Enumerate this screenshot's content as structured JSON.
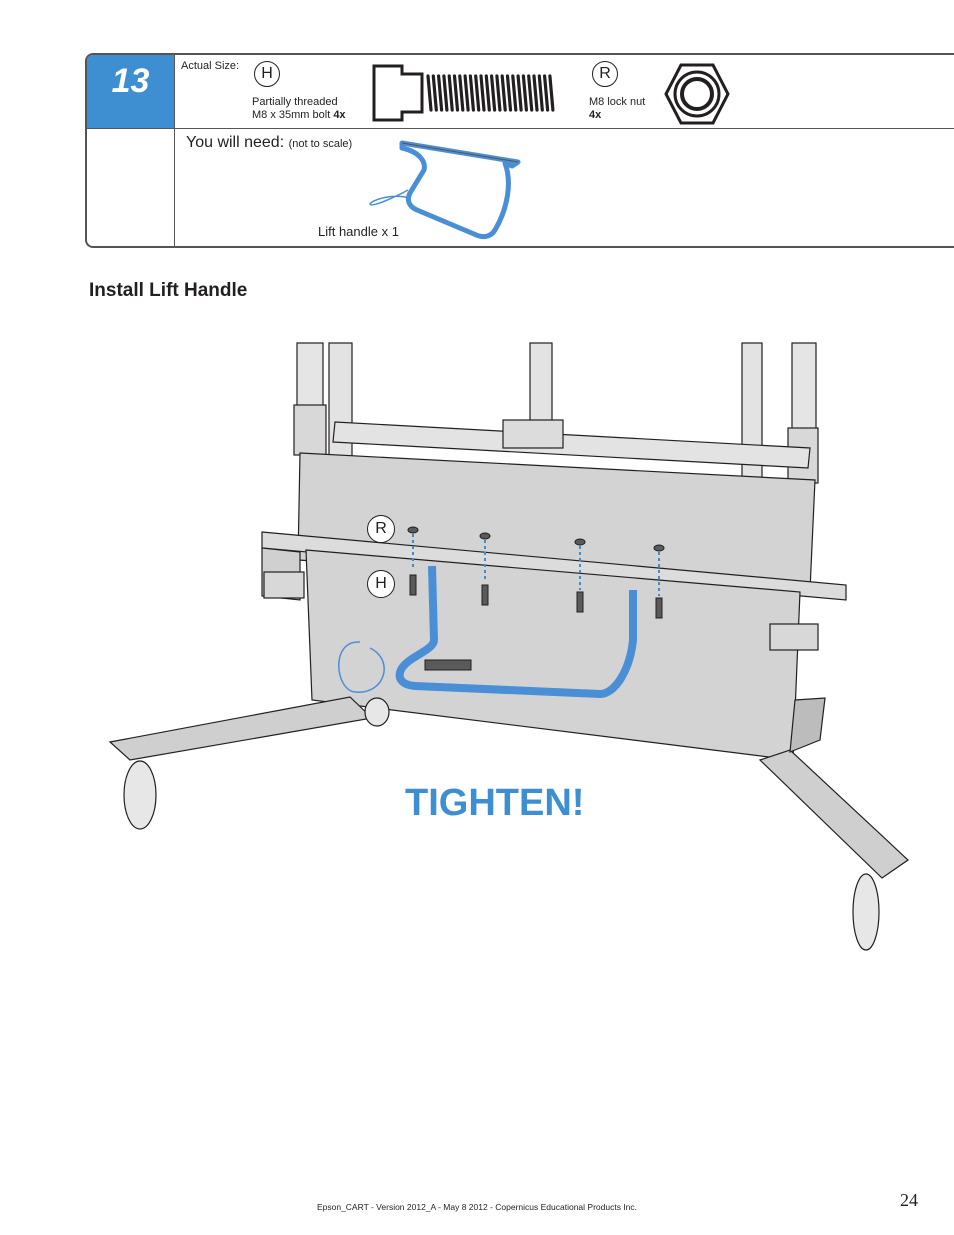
{
  "step": {
    "number": "13",
    "actual_size_label": "Actual Size:",
    "parts": [
      {
        "letter": "H",
        "desc_line1": "Partially threaded",
        "desc_line2": "M8 x 35mm bolt",
        "qty": "4x"
      },
      {
        "letter": "R",
        "desc_line1": "M8 lock nut",
        "qty": "4x"
      }
    ],
    "you_will_need": "You will need:",
    "not_to_scale": "(not to scale)",
    "item_label": "Lift handle",
    "item_qty": "x 1"
  },
  "section_title": "Install Lift Handle",
  "diagram": {
    "callout_r": "R",
    "callout_h": "H",
    "action_text": "TIGHTEN!"
  },
  "colors": {
    "accent": "#3d8fd1",
    "handle": "#4a8fd6",
    "panel": "#d3d3d3",
    "frame": "#e3e3e3"
  },
  "footer": "Epson_CART - Version 2012_A - May 8 2012 - Copernicus Educational Products Inc.",
  "page_number": "24"
}
